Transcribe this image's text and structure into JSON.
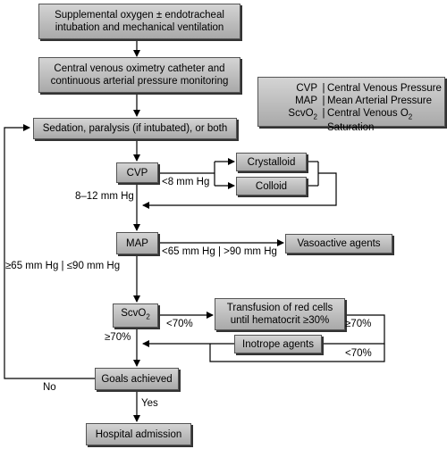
{
  "nodes": {
    "oxygen": {
      "line1": "Supplemental oxygen ± endotracheal",
      "line2": "intubation and mechanical ventilation"
    },
    "monitoring": {
      "line1": "Central venous oximetry catheter and",
      "line2": "continuous arterial pressure monitoring"
    },
    "sedation": "Sedation, paralysis (if intubated), or both",
    "cvp": "CVP",
    "crystalloid": "Crystalloid",
    "colloid": "Colloid",
    "map": "MAP",
    "vasoactive": "Vasoactive agents",
    "scvo2": {
      "base": "ScvO",
      "sub": "2"
    },
    "transfusion": {
      "line1": "Transfusion of red cells",
      "line2": "until hematocrit ≥30%"
    },
    "inotrope": "Inotrope agents",
    "goals": "Goals achieved",
    "hospital": "Hospital admission"
  },
  "legend": [
    {
      "abbr": "CVP",
      "sep": "|",
      "full": "Central Venous Pressure"
    },
    {
      "abbr": "MAP",
      "sep": "|",
      "full": "Mean Arterial Pressure"
    },
    {
      "abbr": "ScvO",
      "abbr_sub": "2",
      "sep": "|",
      "full": "Central Venous O",
      "full_sub": "2",
      "full_tail": " Saturation"
    }
  ],
  "labels": {
    "cvp_low": "<8 mm Hg",
    "cvp_ok": "8–12 mm Hg",
    "map_out": "<65 mm Hg | >90 mm Hg",
    "map_ok": "≥65 mm Hg | ≤90 mm Hg",
    "scv_low": "<70%",
    "scv_ok": "≥70%",
    "tx_ok": "≥70%",
    "tx_low": "<70%",
    "no": "No",
    "yes": "Yes"
  }
}
